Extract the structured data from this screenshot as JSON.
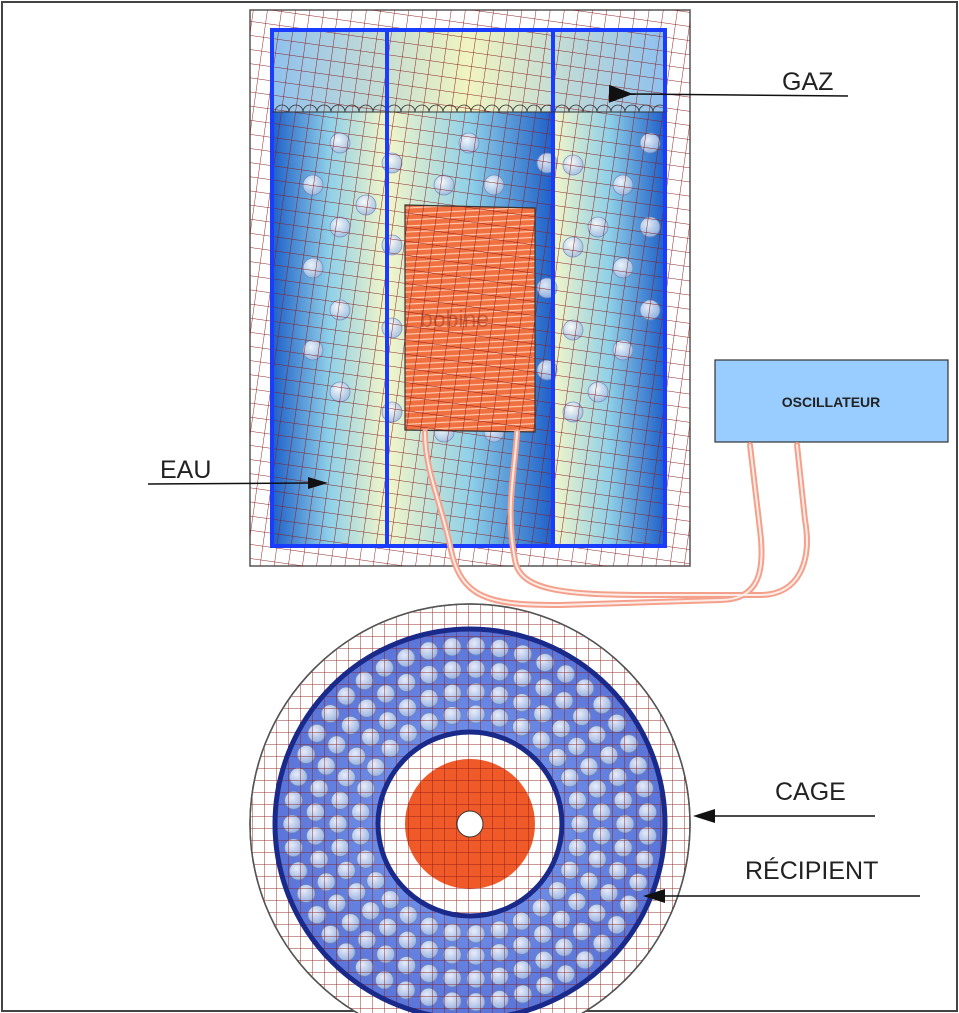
{
  "labels": {
    "gaz": "GAZ",
    "eau": "EAU",
    "bobine": "bobine",
    "oscillateur": "OSCILLATEUR",
    "cage": "CAGE",
    "recipient": "RÉCIPIENT"
  },
  "colors": {
    "cage_grid": "#8b1a1a",
    "vessel_outline": "#1a3cff",
    "water_dark": "#1e5fc8",
    "water_light": "#f4f6c8",
    "coil": "#f07040",
    "oscillator_fill": "#99ccff",
    "wire": "#f4a08a",
    "ring_outline": "#1a2a8a",
    "core": "#f05a28"
  },
  "icons": [
    "arrow-icon"
  ]
}
